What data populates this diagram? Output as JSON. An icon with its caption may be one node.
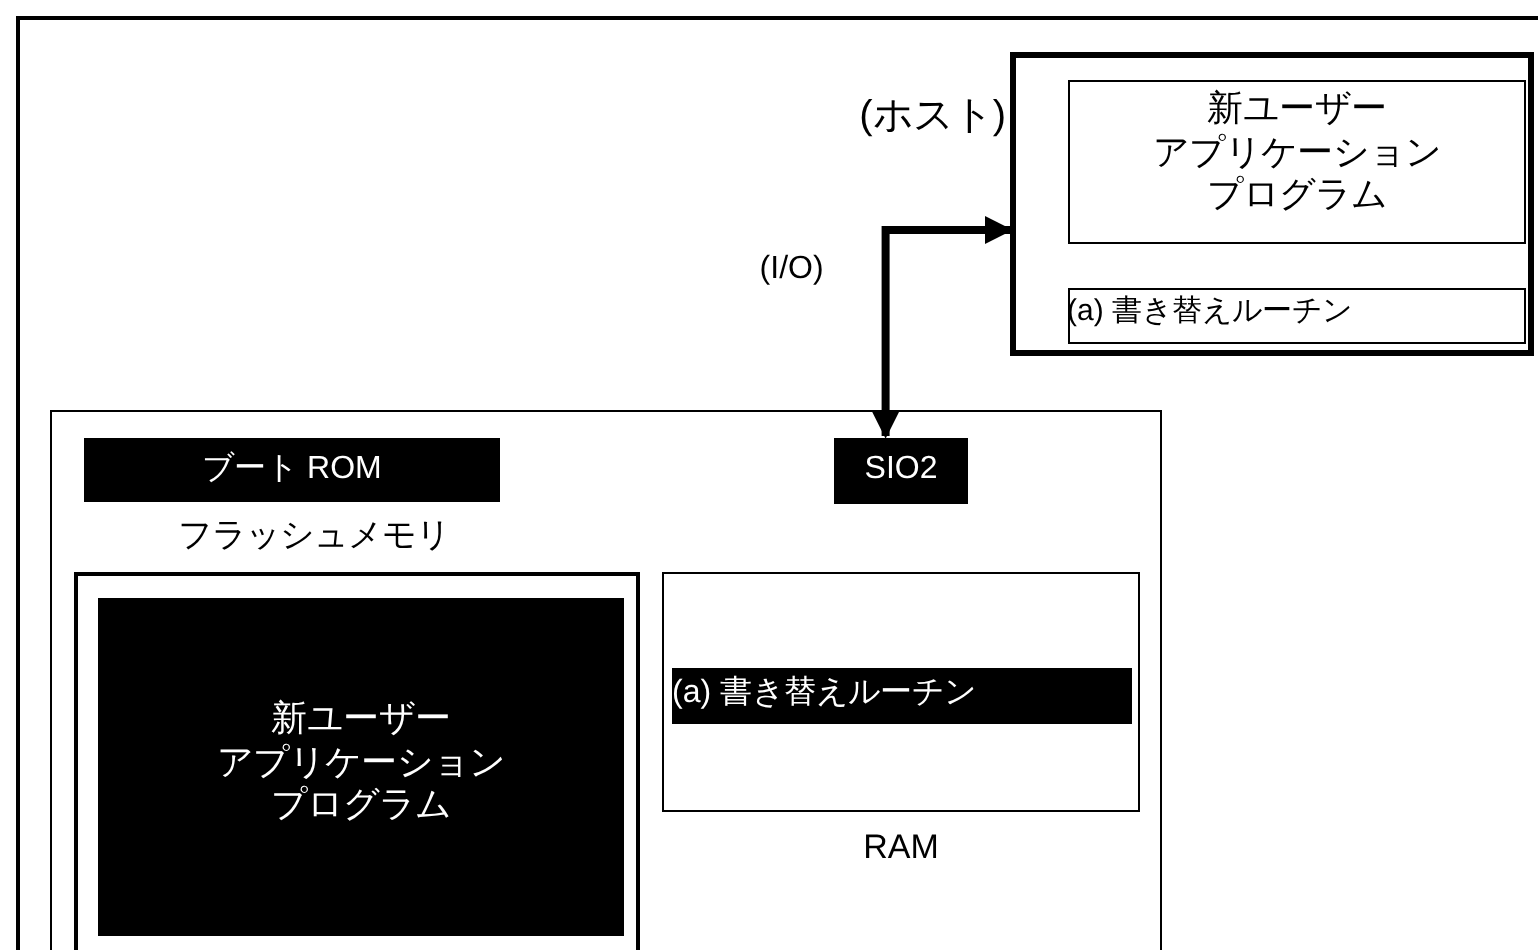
{
  "diagram": {
    "nodes": [
      {
        "text": [
          "(ホスト)"
        ]
      },
      {
        "text": [
          "新ユーザーアプリケーションプログラム"
        ],
        "in": 0
      },
      {
        "text": [
          "(a) 書き替えルーチン"
        ],
        "in": 0
      },
      {
        "text": [],
        "shape": "box"
      },
      {
        "text": [
          "ブート ROM"
        ],
        "in": 3
      },
      {
        "text": [
          "SIO2"
        ],
        "in": 3
      },
      {
        "text": [
          "フラッシュメモリ"
        ],
        "in": 3
      },
      {
        "text": [
          "新ユーザーアプリケーションプログラム"
        ],
        "in": 6
      },
      {
        "text": [
          "RAM"
        ],
        "in": 3
      },
      {
        "text": [
          "(a) 書き替えルーチン"
        ],
        "in": 8
      }
    ],
    "edges": [
      {
        "from": 0,
        "to": 5,
        "arrow": "both",
        "label": "(I/O)"
      }
    ]
  }
}
